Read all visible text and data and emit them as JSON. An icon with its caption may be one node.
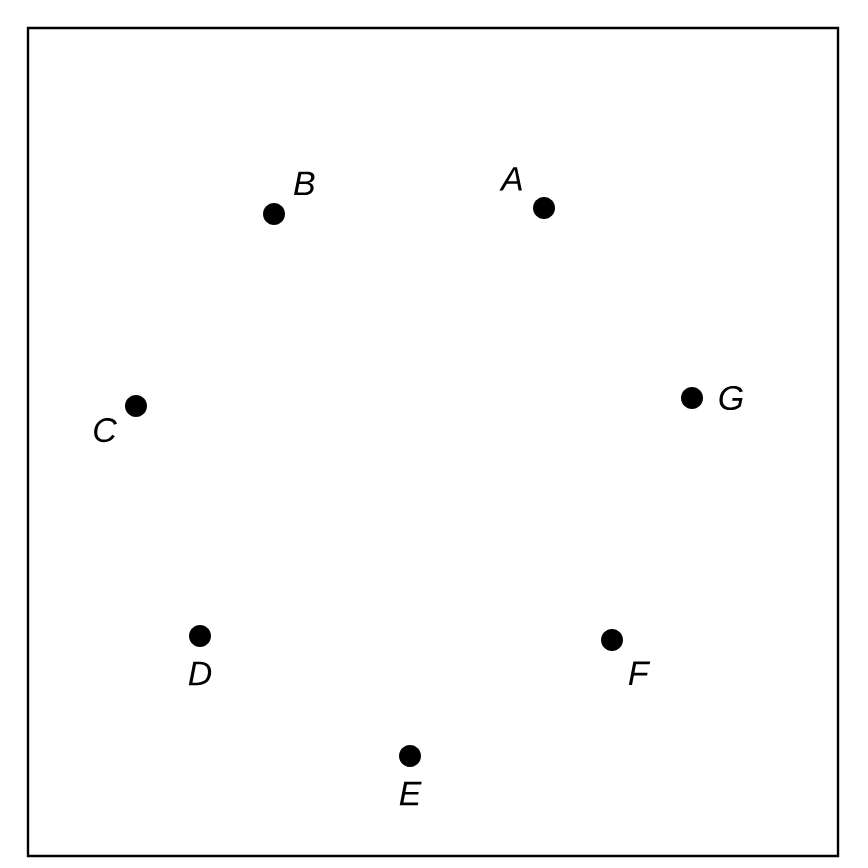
{
  "diagram": {
    "nodes": [
      {
        "text": [
          "B"
        ]
      },
      {
        "text": [
          "A"
        ]
      },
      {
        "text": [
          "C"
        ]
      },
      {
        "text": [
          "G"
        ]
      },
      {
        "text": [
          "D"
        ]
      },
      {
        "text": [
          "F"
        ]
      },
      {
        "text": [
          "E"
        ]
      }
    ]
  }
}
